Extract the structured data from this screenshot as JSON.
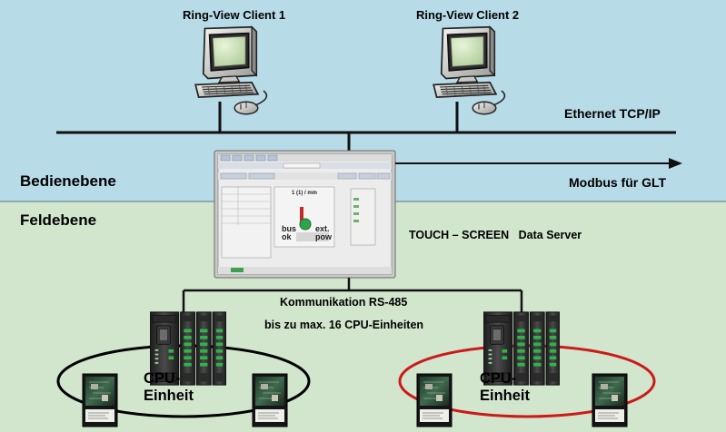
{
  "clients": [
    {
      "label": "Ring-View Client 1"
    },
    {
      "label": "Ring-View Client 2"
    }
  ],
  "network": {
    "ethernet_label": "Ethernet TCP/IP",
    "modbus_label": "Modbus für GLT"
  },
  "zones": {
    "upper_label": "Bedienebene",
    "lower_label": "Feldebene",
    "upper_color": "#b8dbe8",
    "lower_color": "#d2e6cd"
  },
  "server": {
    "label": "TOUCH – SCREEN",
    "sublabel": "Data Server",
    "screen": {
      "ring_title": "1 (1) / mm",
      "status_left_1": "bus",
      "status_left_2": "ok",
      "status_right_1": "ext.",
      "status_right_2": "pow"
    }
  },
  "communication": {
    "protocol_label": "Kommunikation RS-485",
    "capacity_label": "bis zu max. 16 CPU-Einheiten"
  },
  "cpu_units": [
    {
      "label_line1": "CPU-",
      "label_line2": "Einheit",
      "ring_color": "#000000"
    },
    {
      "label_line1": "CPU-",
      "label_line2": "Einheit",
      "ring_color": "#cc1a1a"
    }
  ]
}
